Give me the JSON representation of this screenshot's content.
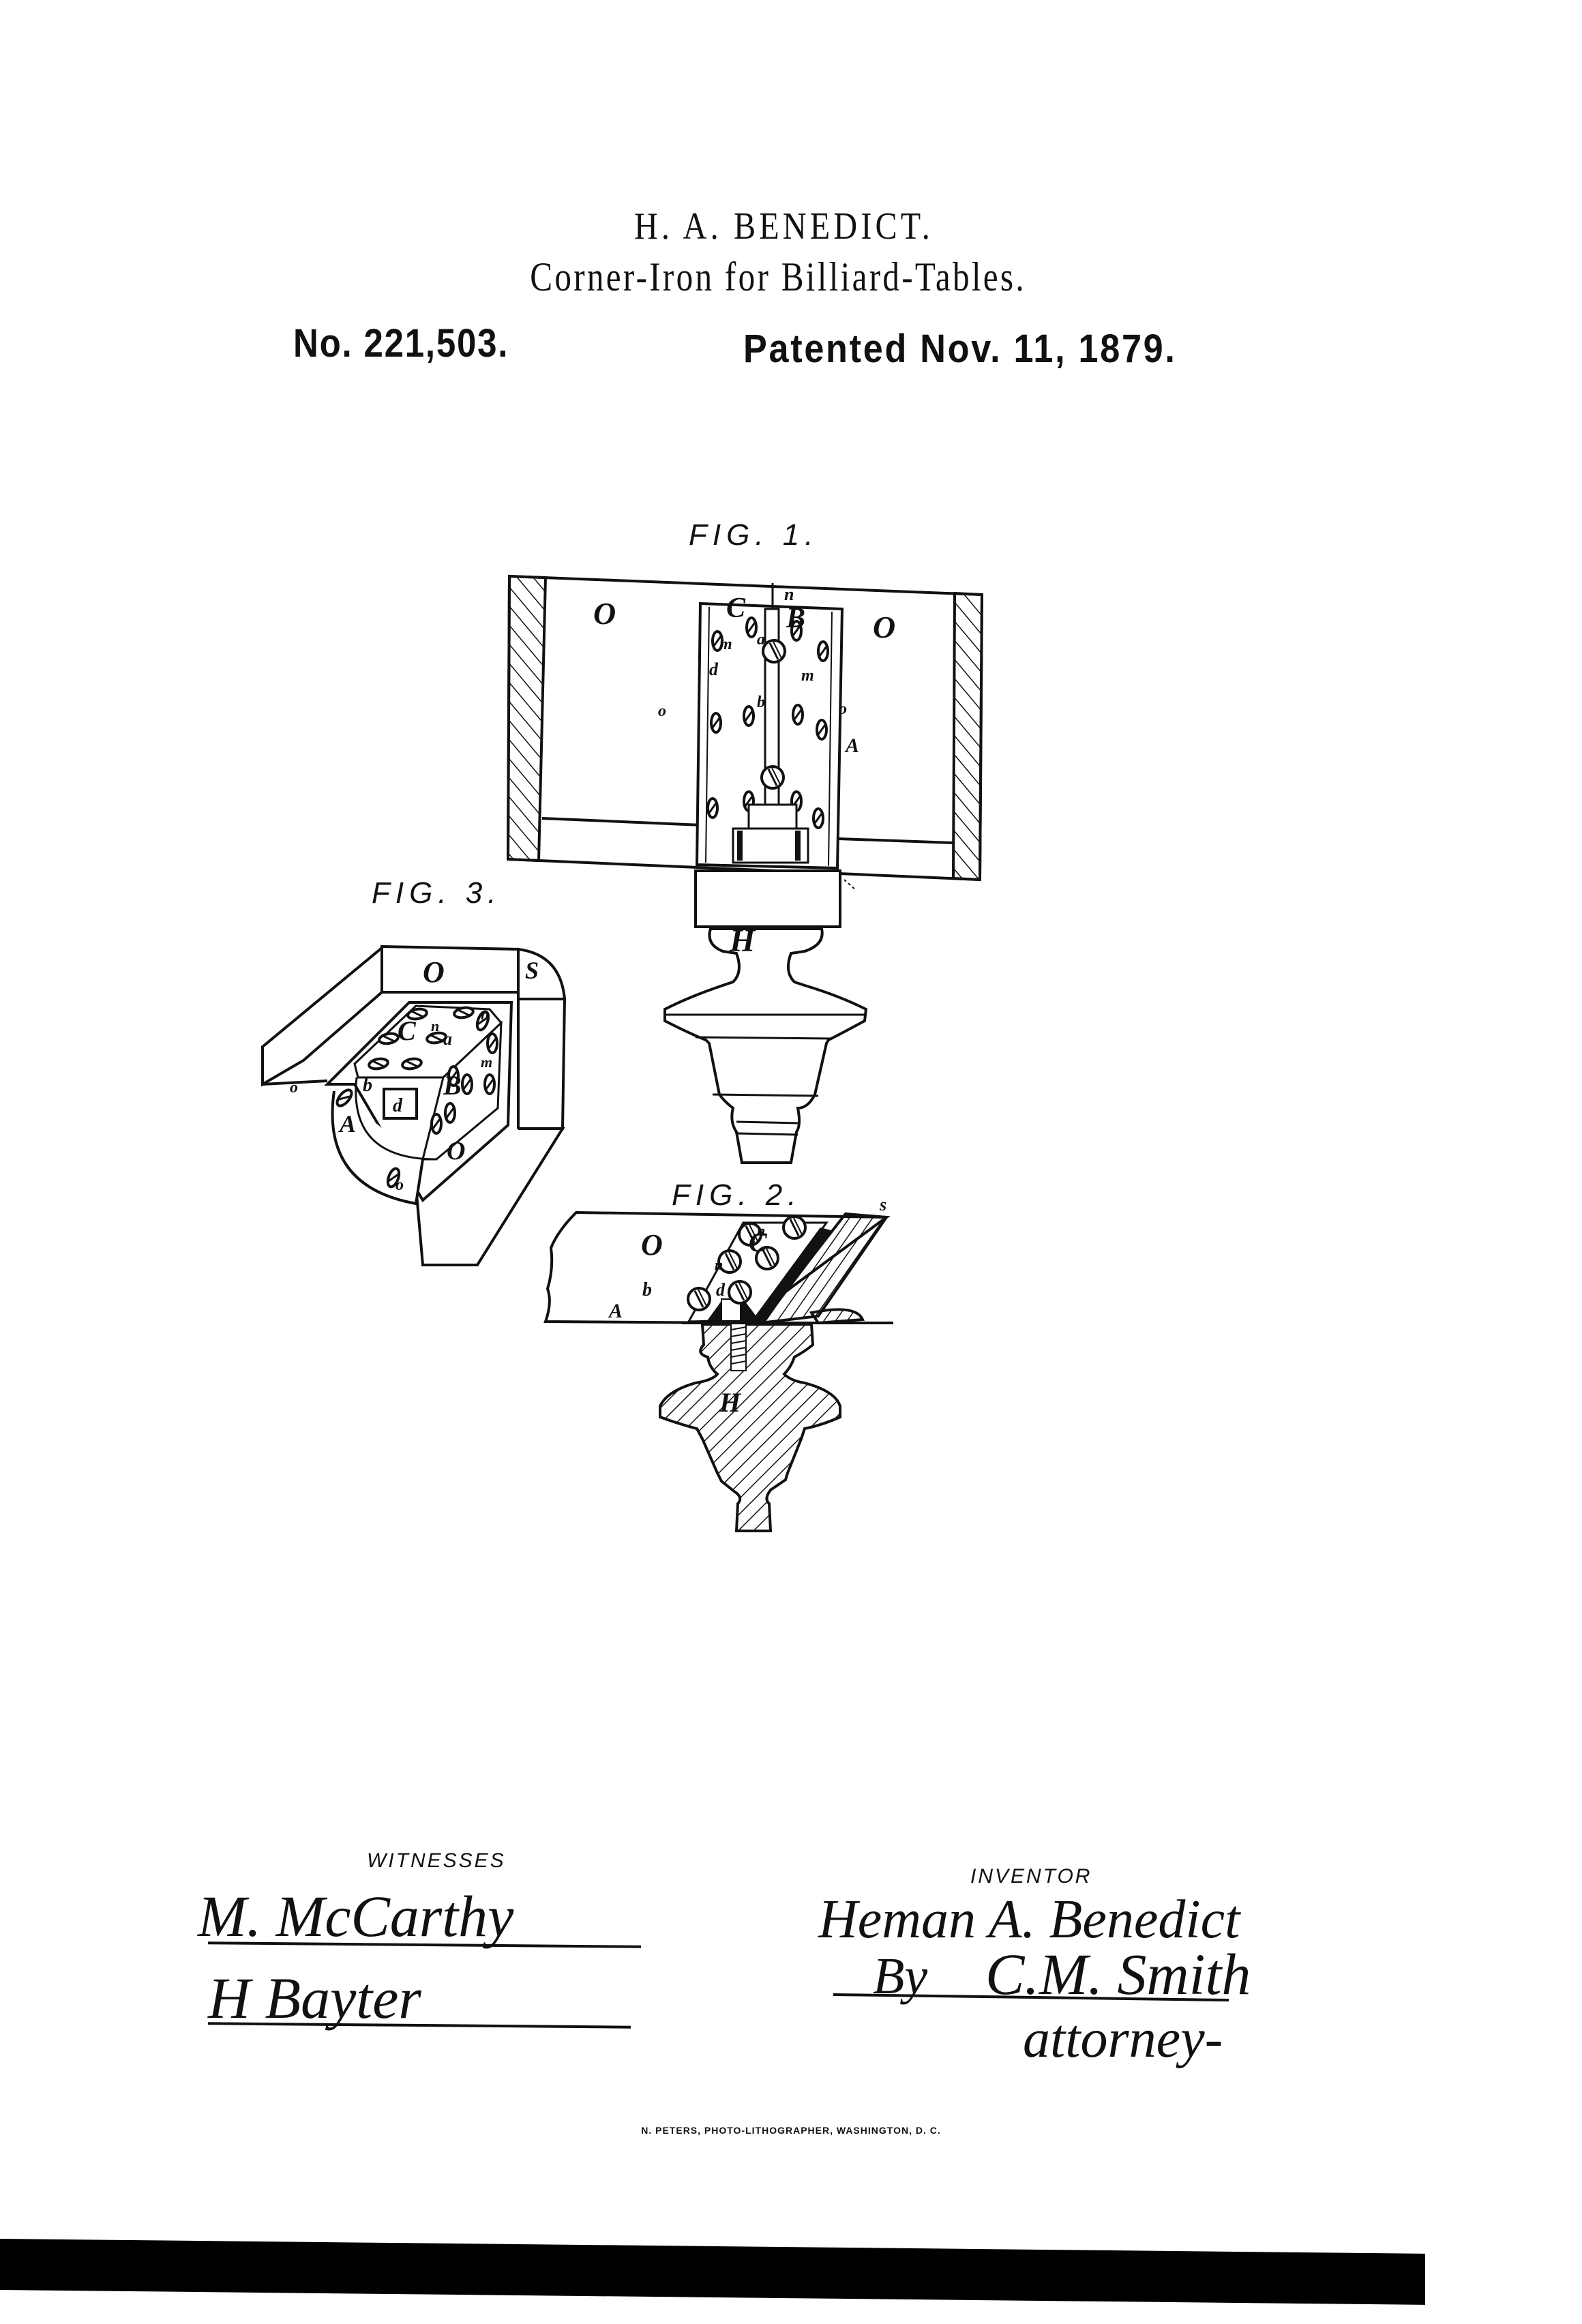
{
  "header": {
    "inventor_name": "H. A. BENEDICT.",
    "invention_title": "Corner-Iron for Billiard-Tables.",
    "patent_number": "No. 221,503.",
    "patent_date": "Patented Nov. 11, 1879."
  },
  "figures": {
    "fig1": {
      "label": "FIG. 1.",
      "reference_letters": [
        "O",
        "O",
        "C",
        "B",
        "n",
        "m",
        "m",
        "a",
        "d",
        "b",
        "o",
        "o",
        "A",
        "H"
      ]
    },
    "fig2": {
      "label": "FIG. 2.",
      "reference_letters": [
        "O",
        "C",
        "n",
        "n",
        "s",
        "b",
        "d",
        "A",
        "H"
      ]
    },
    "fig3": {
      "label": "FIG. 3.",
      "reference_letters": [
        "O",
        "S",
        "C",
        "n",
        "a",
        "n",
        "B",
        "m",
        "b",
        "d",
        "A",
        "o",
        "o",
        "O"
      ]
    }
  },
  "signatures": {
    "witnesses_label": "WITNESSES",
    "witness_1": "M. McCarthy",
    "witness_2": "H Bayter",
    "inventor_label": "INVENTOR",
    "inventor_signature": "Heman A. Benedict",
    "attorney_by": "By",
    "attorney_signature": "C.M. Smith",
    "attorney_title": "attorney-"
  },
  "footer": {
    "lithographer": "N. PETERS, PHOTO-LITHOGRAPHER, WASHINGTON, D. C."
  }
}
